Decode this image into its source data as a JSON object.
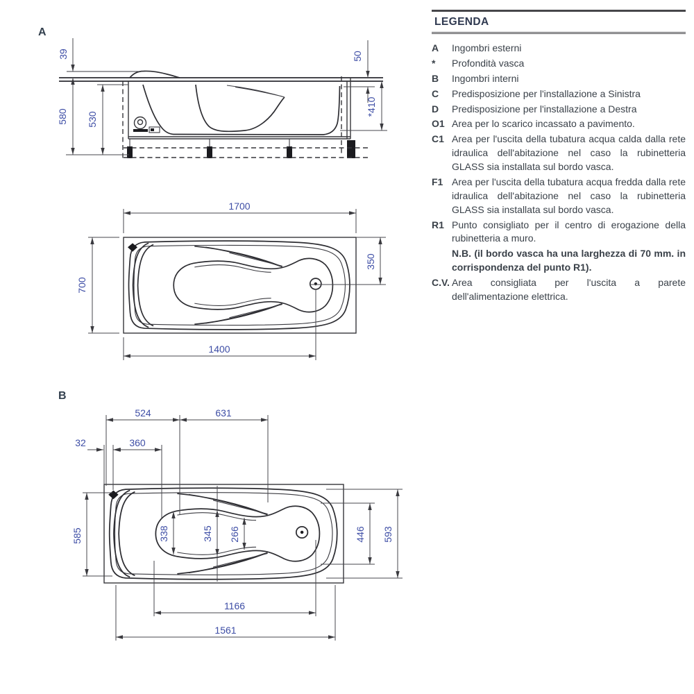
{
  "colors": {
    "dimension_text": "#3d4da5",
    "drawing_lines": "#35353a",
    "legend_text": "#3a4149"
  },
  "legend": {
    "title": "LEGENDA",
    "items": [
      {
        "key": "A",
        "text": "Ingombri esterni"
      },
      {
        "key": "*",
        "text": "Profondità vasca"
      },
      {
        "key": "B",
        "text": "Ingombri interni"
      },
      {
        "key": "C",
        "text": "Predisposizione per l'installazione a Sinistra"
      },
      {
        "key": "D",
        "text": "Predisposizione per l'installazione a Destra"
      },
      {
        "key": "O1",
        "text": "Area per lo scarico incassato a pavimento."
      },
      {
        "key": "C1",
        "text": "Area per l'uscita della tubatura acqua calda dalla rete idraulica dell'abitazione nel caso la rubinetteria GLASS sia installata sul bordo vasca."
      },
      {
        "key": "F1",
        "text": "Area per l'uscita della tubatura acqua fredda dalla rete idraulica dell'abitazione nel caso la rubinetteria GLASS sia installata sul bordo vasca."
      },
      {
        "key": "R1",
        "text": "Punto consigliato per il centro di erogazione della rubinetteria a muro.",
        "note": "N.B. (il bordo vasca ha una larghezza di 70 mm. in corrispondenza del punto R1)."
      },
      {
        "key": "C.V.",
        "text": "Area consigliata per l'uscita a parete dell'alimentazione elettrica."
      }
    ]
  },
  "views": {
    "side_section": {
      "label": "A",
      "dims": {
        "headrest_height": "39",
        "overall_height": "580",
        "panel_height": "530",
        "rim_ledge": "50",
        "tub_depth": "*410"
      }
    },
    "plan_external": {
      "dims": {
        "overall_length": "1700",
        "overall_width": "700",
        "drain_offset_side": "350",
        "drain_offset_end": "1400"
      }
    },
    "plan_internal": {
      "label": "B",
      "dims": {
        "head_section": "524",
        "foot_section": "631",
        "edge_gap": "32",
        "headrest_length": "360",
        "inner_width_head": "585",
        "seat_width_back": "338",
        "seat_width_mid": "345",
        "seat_width_waist": "266",
        "basin_width_foot": "446",
        "inner_width_foot": "593",
        "basin_length": "1166",
        "inner_length": "1561"
      }
    }
  }
}
